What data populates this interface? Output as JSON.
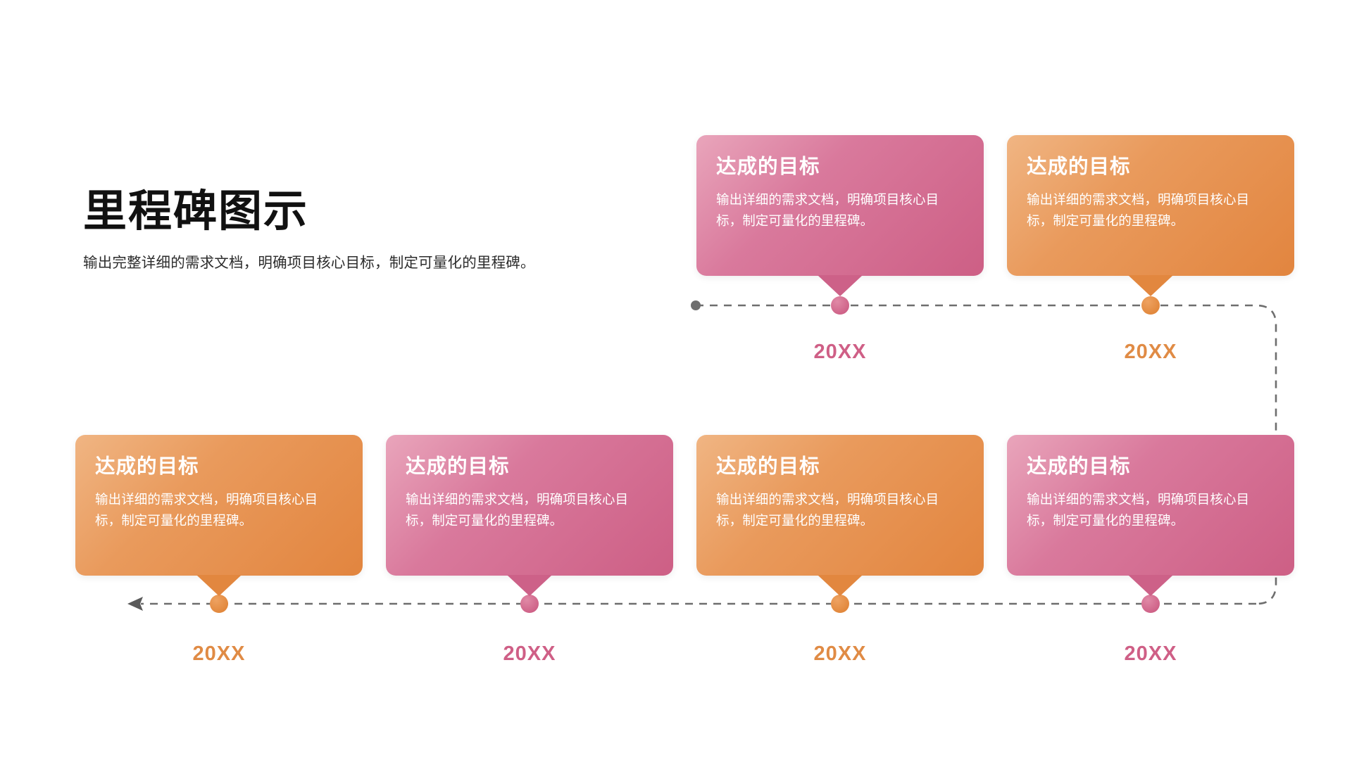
{
  "header": {
    "title": "里程碑图示",
    "subtitle": "输出完整详细的需求文档，明确项目核心目标，制定可量化的里程碑。"
  },
  "theme": {
    "pink_light": "#E9A5BB",
    "pink_dark": "#CD5F85",
    "orange_light": "#F0B583",
    "orange_dark": "#E2853F",
    "line_color": "#6E6E6E",
    "background": "#FFFFFF",
    "title_color": "#111111"
  },
  "timeline": {
    "top_row": {
      "start_marker": "round-dot",
      "end_marker": "curve-down",
      "milestones": [
        {
          "id": "top-1",
          "color": "pink",
          "card_title": "达成的目标",
          "card_body": "输出详细的需求文档，明确项目核心目标，制定可量化的里程碑。",
          "year": "20XX"
        },
        {
          "id": "top-2",
          "color": "orange",
          "card_title": "达成的目标",
          "card_body": "输出详细的需求文档，明确项目核心目标，制定可量化的里程碑。",
          "year": "20XX"
        }
      ]
    },
    "bottom_row": {
      "start_marker": "curve-up",
      "end_marker": "arrow-left",
      "milestones": [
        {
          "id": "bottom-1",
          "color": "orange",
          "card_title": "达成的目标",
          "card_body": "输出详细的需求文档，明确项目核心目标，制定可量化的里程碑。",
          "year": "20XX"
        },
        {
          "id": "bottom-2",
          "color": "pink",
          "card_title": "达成的目标",
          "card_body": "输出详细的需求文档，明确项目核心目标，制定可量化的里程碑。",
          "year": "20XX"
        },
        {
          "id": "bottom-3",
          "color": "orange",
          "card_title": "达成的目标",
          "card_body": "输出详细的需求文档，明确项目核心目标，制定可量化的里程碑。",
          "year": "20XX"
        },
        {
          "id": "bottom-4",
          "color": "pink",
          "card_title": "达成的目标",
          "card_body": "输出详细的需求文档，明确项目核心目标，制定可量化的里程碑。",
          "year": "20XX"
        }
      ]
    }
  }
}
